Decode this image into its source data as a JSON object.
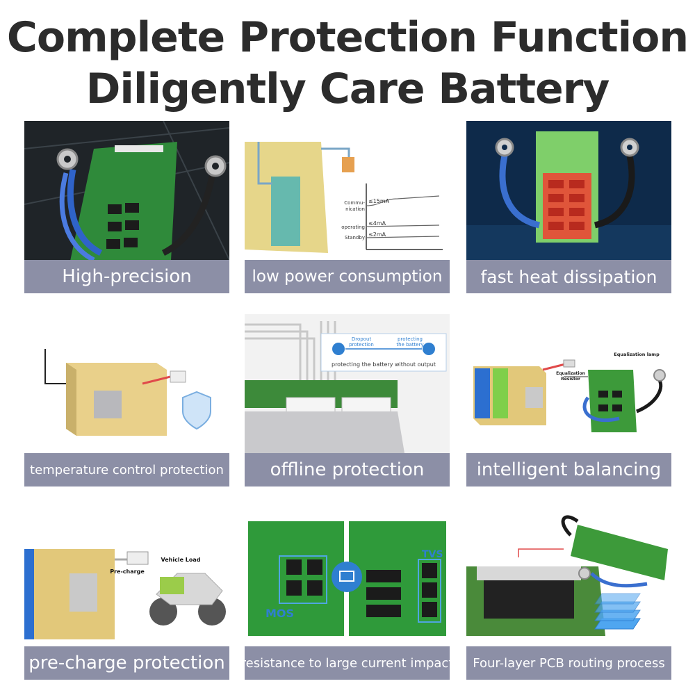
{
  "header": {
    "line1": "Complete Protection Function",
    "line2": "Diligently Care Battery"
  },
  "tiles": [
    {
      "caption": "High-precision"
    },
    {
      "caption": "low power consumption",
      "labels": {
        "communication": "Commu-\nnication",
        "operating": "operating",
        "standby": "Standby",
        "v1": "≤15mA",
        "v2": "≤4mA",
        "v3": "≤2mA"
      }
    },
    {
      "caption": "fast heat dissipation"
    },
    {
      "caption": "temperature control protection"
    },
    {
      "caption": "offline protection",
      "labels": {
        "dropout": "Dropout\nprotection",
        "protecting": "protecting\nthe battery",
        "banner": "protecting the battery without output"
      }
    },
    {
      "caption": "intelligent balancing",
      "labels": {
        "lamp": "Equalization lamp",
        "resistor": "Equalization\nResistor"
      }
    },
    {
      "caption": "pre-charge protection",
      "labels": {
        "precharge": "Pre-charge",
        "load": "Vehicle Load"
      }
    },
    {
      "caption": "resistance to large current impact",
      "labels": {
        "mos": "MOS",
        "tvs": "TVS"
      }
    },
    {
      "caption": "Four-layer PCB routing process"
    }
  ],
  "colors": {
    "caption_bg": "#8c8fa6",
    "title": "#2c2c2c",
    "pcb_green": "#3d9a3a",
    "wire_blue": "#3a6fcf"
  }
}
